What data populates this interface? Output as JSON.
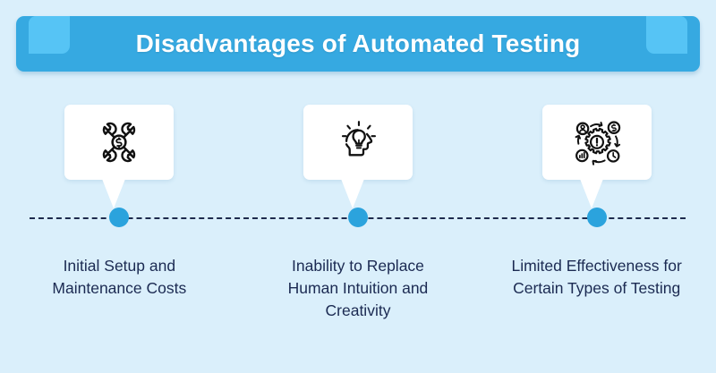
{
  "header": {
    "title": "Disadvantages of Automated Testing",
    "bar_color": "#36a9e1",
    "accent_color": "#56c4f5",
    "title_color": "#ffffff"
  },
  "background_color": "#daeffb",
  "timeline": {
    "line_style": "dashed",
    "line_color": "#1d2a4d",
    "dot_color": "#2ba3dd"
  },
  "steps": [
    {
      "icon": "crossed-wrenches-dollar-icon",
      "caption": "Initial Setup and Maintenance Costs"
    },
    {
      "icon": "head-lightbulb-idea-icon",
      "caption": "Inability to Replace Human Intuition and Creativity"
    },
    {
      "icon": "gear-warning-process-cycle-icon",
      "caption": "Limited Effectiveness for Certain Types of Testing"
    }
  ]
}
